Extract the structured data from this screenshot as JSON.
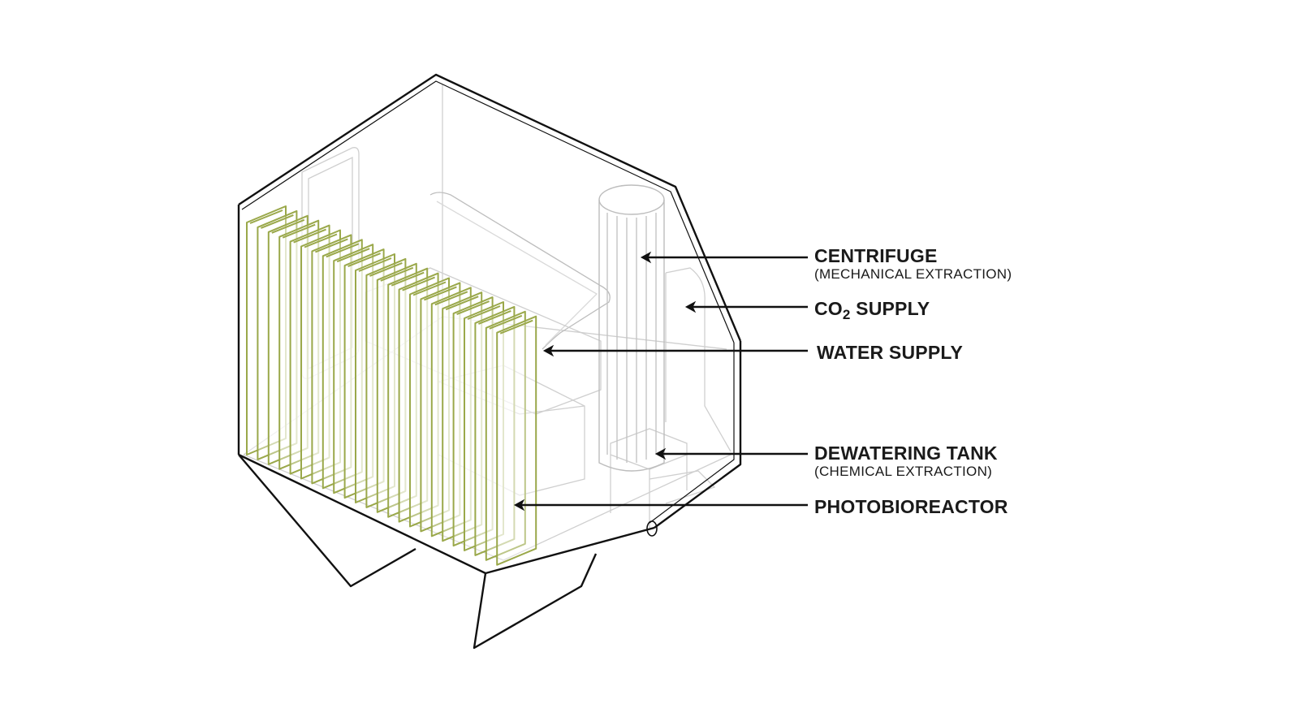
{
  "labels": {
    "centrifuge": {
      "title": "CENTRIFUGE",
      "subtitle": "(MECHANICAL EXTRACTION)"
    },
    "co2_supply": {
      "prefix": "CO",
      "subscript": "2",
      "suffix": " SUPPLY"
    },
    "water_supply": {
      "title": "WATER SUPPLY"
    },
    "dewatering_tank": {
      "title": "DEWATERING TANK",
      "subtitle": "(CHEMICAL EXTRACTION)"
    },
    "photobioreactor": {
      "title": "PHOTOBIOREACTOR"
    }
  },
  "colors": {
    "outline": "#111111",
    "interior": "#c9c9c9",
    "panel": "#9aa84a",
    "background": "#ffffff"
  }
}
